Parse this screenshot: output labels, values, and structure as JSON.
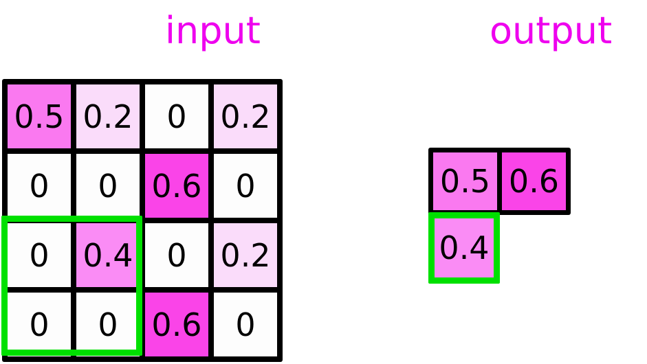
{
  "panels": {
    "input_title": "input",
    "output_title": "output",
    "title_color": "#ee00ee"
  },
  "colors": {
    "zero": "#fdfdfd",
    "v02": "#fadcfa",
    "v04": "#fa8cf5",
    "v05": "#fa79f0",
    "v06": "#fa44e8",
    "border": "#000000",
    "highlight": "#00e000"
  },
  "chart_data": {
    "type": "heatmap",
    "title": "input",
    "rows": 4,
    "cols": 4,
    "values": [
      [
        0.5,
        0.2,
        0,
        0.2
      ],
      [
        0,
        0,
        0.6,
        0
      ],
      [
        0,
        0.4,
        0,
        0.2
      ],
      [
        0,
        0,
        0.6,
        0
      ]
    ],
    "labels": [
      [
        "0.5",
        "0.2",
        "0",
        "0.2"
      ],
      [
        "0",
        "0",
        "0.6",
        "0"
      ],
      [
        "0",
        "0.4",
        "0",
        "0.2"
      ],
      [
        "0",
        "0",
        "0.6",
        "0"
      ]
    ],
    "selection": {
      "row_start": 2,
      "row_end": 3,
      "col_start": 0,
      "col_end": 1
    },
    "output": {
      "type": "heatmap",
      "title": "output",
      "rows": 2,
      "cols": 2,
      "values": [
        [
          0.5,
          0.6
        ],
        [
          0.4,
          null
        ]
      ],
      "labels": [
        [
          "0.5",
          "0.6"
        ],
        [
          "0.4",
          ""
        ]
      ],
      "highlighted_cell": {
        "row": 1,
        "col": 0
      }
    }
  },
  "input_grid": {
    "cells": [
      {
        "label": "0.5",
        "color": "#fa79f0"
      },
      {
        "label": "0.2",
        "color": "#fadcfa"
      },
      {
        "label": "0",
        "color": "#fdfdfd"
      },
      {
        "label": "0.2",
        "color": "#fadcfa"
      },
      {
        "label": "0",
        "color": "#fdfdfd"
      },
      {
        "label": "0",
        "color": "#fdfdfd"
      },
      {
        "label": "0.6",
        "color": "#fa44e8"
      },
      {
        "label": "0",
        "color": "#fdfdfd"
      },
      {
        "label": "0",
        "color": "#fdfdfd"
      },
      {
        "label": "0.4",
        "color": "#fa8cf5"
      },
      {
        "label": "0",
        "color": "#fdfdfd"
      },
      {
        "label": "0.2",
        "color": "#fadcfa"
      },
      {
        "label": "0",
        "color": "#fdfdfd"
      },
      {
        "label": "0",
        "color": "#fdfdfd"
      },
      {
        "label": "0.6",
        "color": "#fa44e8"
      },
      {
        "label": "0",
        "color": "#fdfdfd"
      }
    ]
  },
  "output_grid": {
    "top_cells": [
      {
        "label": "0.5",
        "color": "#fa79f0"
      },
      {
        "label": "0.6",
        "color": "#fa44e8"
      }
    ],
    "bottom_cell": {
      "label": "0.4",
      "color": "#fa8cf5"
    }
  }
}
